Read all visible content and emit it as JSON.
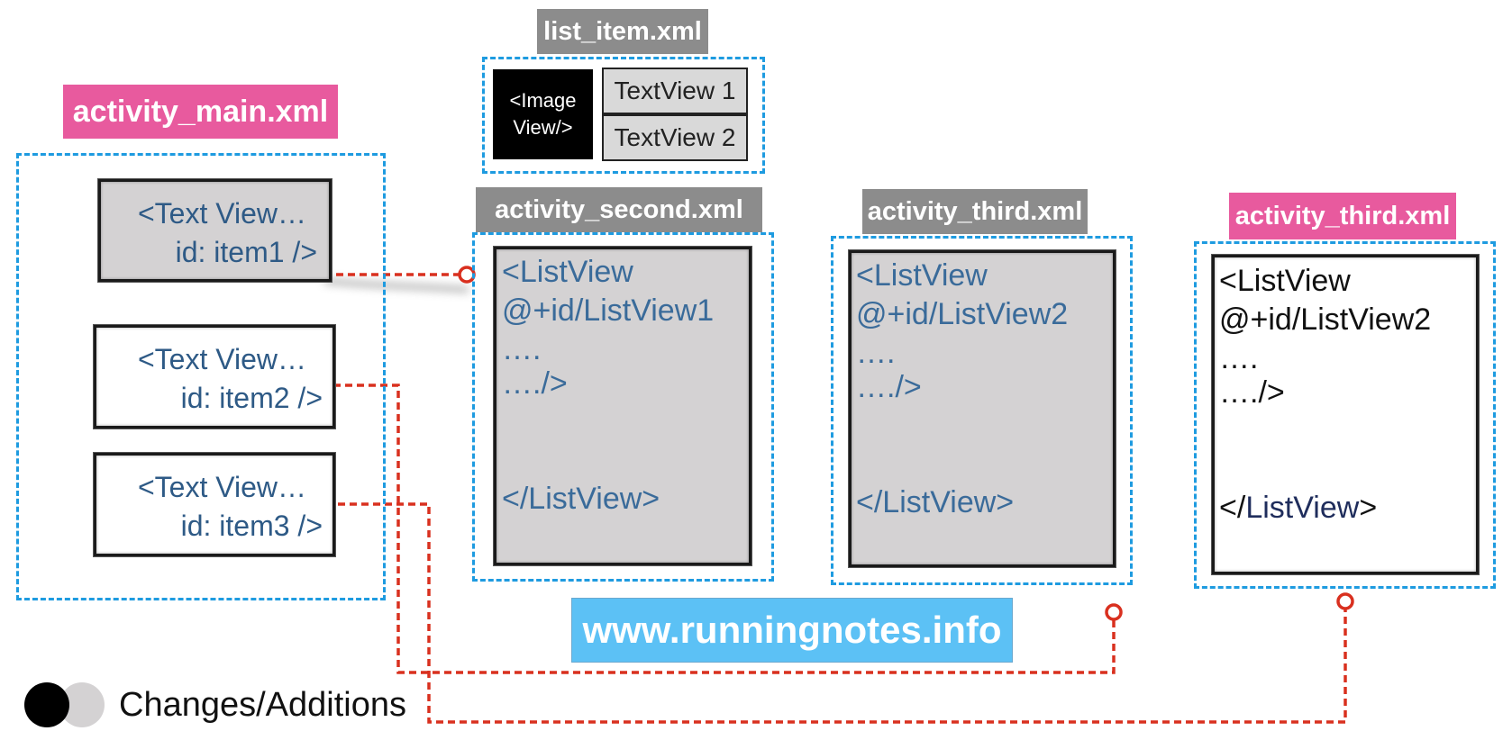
{
  "labels": {
    "activity_main": "activity_main.xml",
    "list_item": "list_item.xml",
    "activity_second": "activity_second.xml",
    "activity_third_gray": "activity_third.xml",
    "activity_third_pink": "activity_third.xml"
  },
  "main_items": [
    {
      "line1": "<Text View…",
      "line2": "id: item1 />"
    },
    {
      "line1": "<Text View…",
      "line2": "id: item2 />"
    },
    {
      "line1": "<Text View…",
      "line2": "id: item3 />"
    }
  ],
  "list_item": {
    "image": "<Image\nView/>",
    "tv1": "TextView 1",
    "tv2": "TextView 2"
  },
  "second_code": {
    "l1": "<ListView",
    "l2": "@+id/ListView1",
    "l3": "….",
    "l4": "…./>",
    "close": "</ListView>"
  },
  "third_code": {
    "l1": "<ListView",
    "l2": "@+id/ListView2",
    "l3": "….",
    "l4": "…./>",
    "close": "</ListView>"
  },
  "third_new_code": {
    "l1": "<ListView",
    "l2": "@+id/ListView2",
    "l3": "….",
    "l4": "…./>",
    "close_open": "</",
    "close_word": "ListView",
    "close_end": ">"
  },
  "url": "www.runningnotes.info",
  "legend": "Changes/Additions",
  "colors": {
    "pink": "#e85a9e",
    "gray": "#8c8c8c",
    "dashed_blue": "#1e9be0",
    "connector_red": "#d9301f",
    "url_blue": "#5cc1f5"
  }
}
